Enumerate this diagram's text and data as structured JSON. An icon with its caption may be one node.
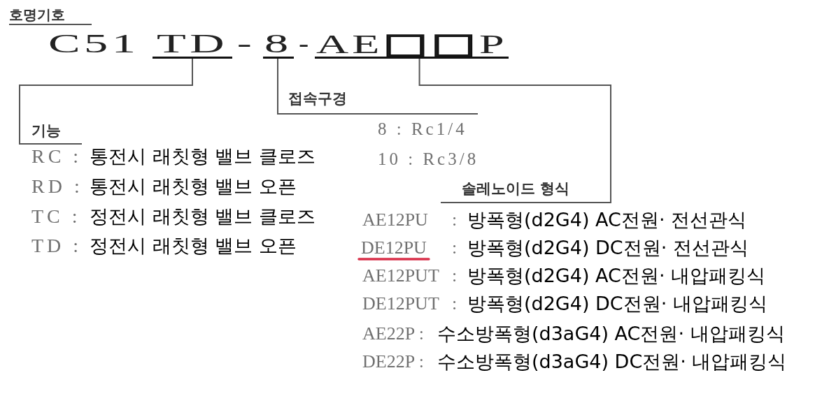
{
  "diagram": {
    "title": "호명기호",
    "nodes": [
      {
        "text": [
          "TD"
        ]
      },
      {
        "text": [
          "8"
        ]
      },
      {
        "text": [
          "AE□□P"
        ]
      },
      {
        "text": [
          "기능"
        ]
      },
      {
        "text": [
          "접속구경"
        ]
      },
      {
        "text": [
          "솔레노이드 형식"
        ]
      }
    ],
    "edges": [
      {
        "from": 0,
        "to": 3,
        "arrow": "none"
      },
      {
        "from": 1,
        "to": 4,
        "arrow": "none"
      },
      {
        "from": 2,
        "to": 5,
        "arrow": "none"
      }
    ],
    "labels": [
      "C51",
      "-",
      "-",
      "RC :",
      "통전시 래칫형 밸브 클로즈",
      "RD :",
      "통전시 래칫형 밸브 오픈",
      "TC :",
      "정전시 래칫형 밸브 클로즈",
      "TD :",
      "정전시 래칫형 밸브 오픈",
      "8 : Rc1/4",
      "10 : Rc3/8",
      "AE12PU",
      ":",
      "방폭형(d2G4) AC전원· 전선관식",
      "DE12PU",
      ":",
      "방폭형(d2G4) DC전원· 전선관식",
      "AE12PUT",
      ":",
      "방폭형(d2G4) AC전원· 내압패킹식",
      "DE12PUT",
      ":",
      "방폭형(d2G4) DC전원· 내압패킹식",
      "AE22P :",
      "수소방폭형(d3aG4) AC전원· 내압패킹식",
      "DE22P :",
      "수소방폭형(d3aG4) DC전원· 내압패킹식"
    ]
  }
}
